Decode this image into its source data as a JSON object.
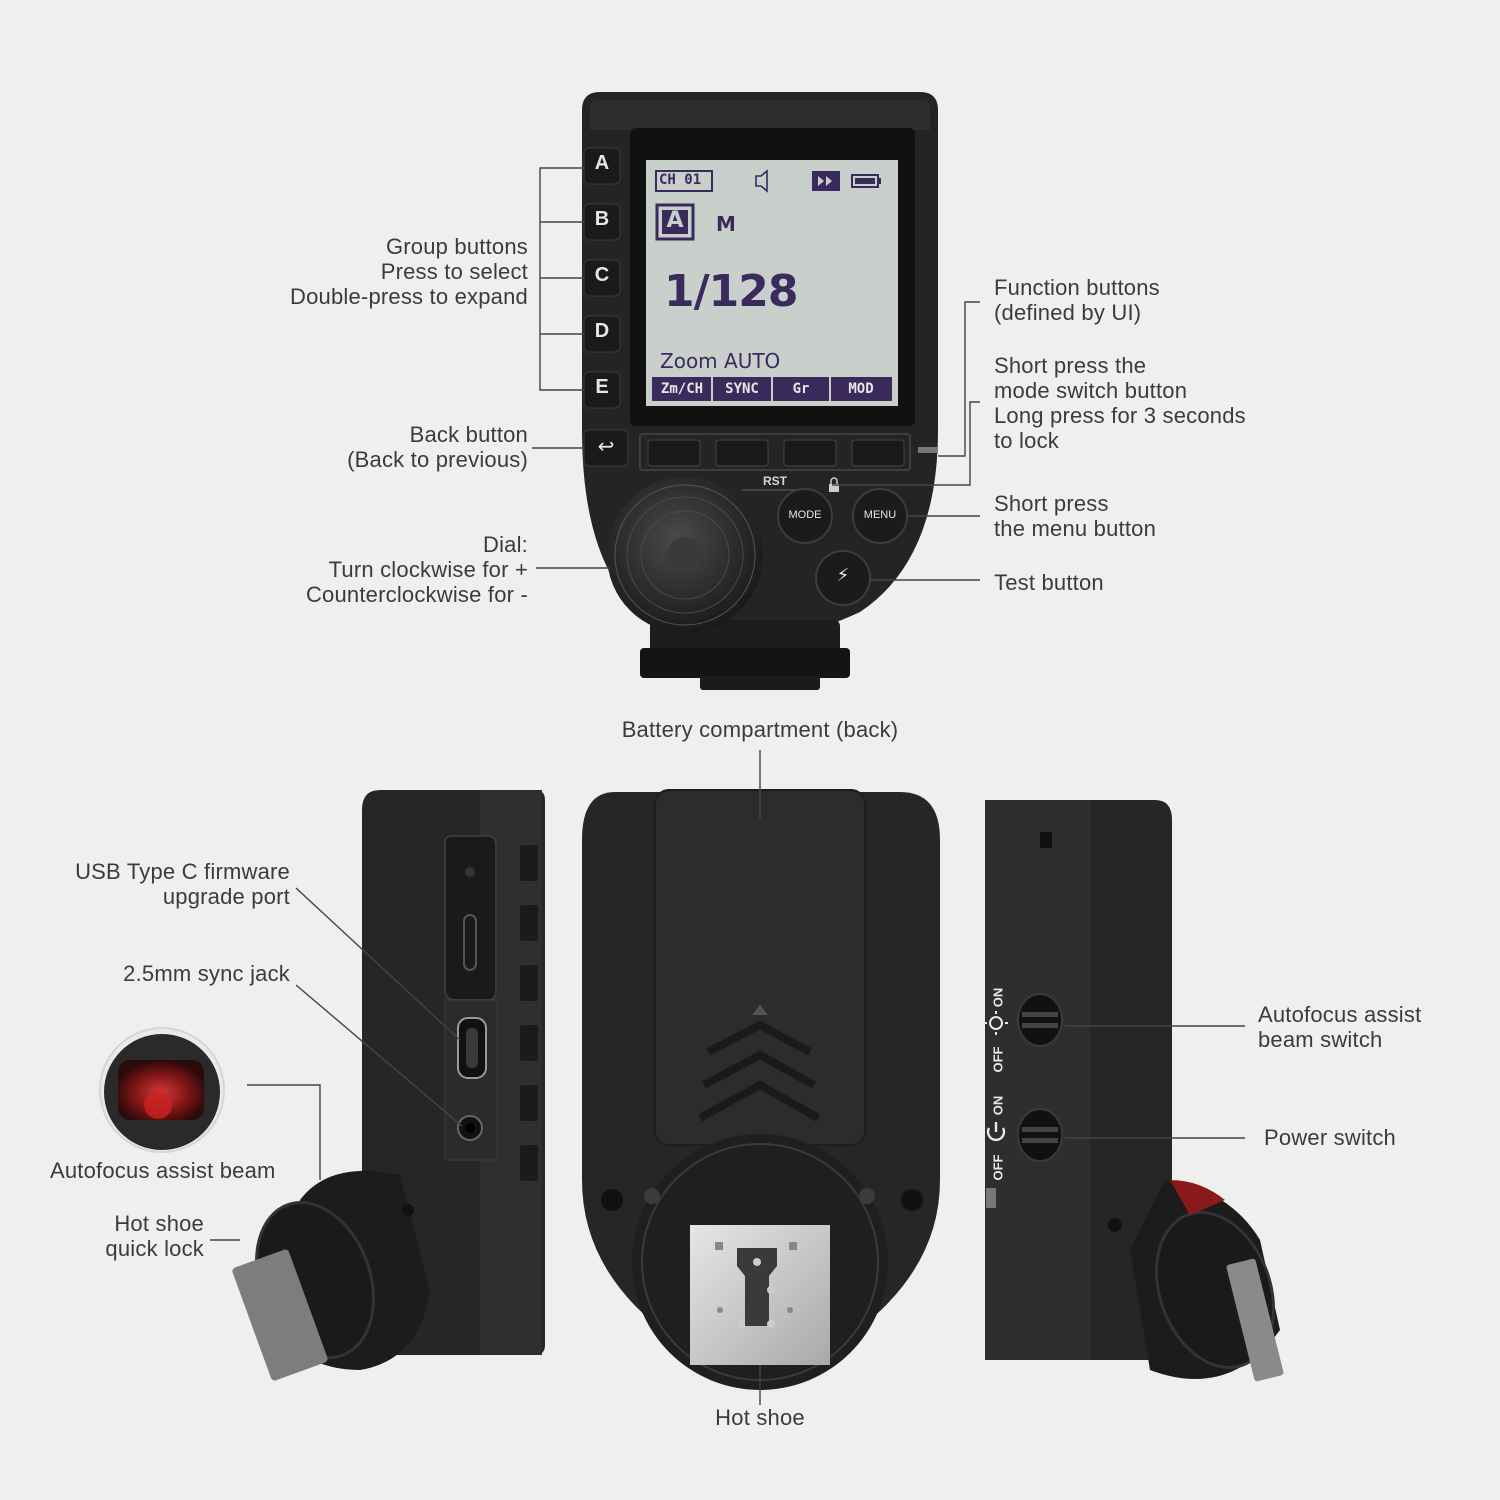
{
  "screen": {
    "channel": "CH 01",
    "group": "A",
    "mode": "M",
    "power": "1/128",
    "zoom": "Zoom AUTO",
    "softkeys": [
      "Zm/CH",
      "SYNC",
      "Gr",
      "MOD"
    ]
  },
  "keys": {
    "group_keys": [
      "A",
      "B",
      "C",
      "D",
      "E"
    ],
    "back_glyph": "↩",
    "rst": "RST",
    "mode": "MODE",
    "menu": "MENU",
    "test_glyph": "⚡"
  },
  "switch_marks": {
    "af_on": "ON",
    "af_off": "OFF",
    "power_on": "ON",
    "power_off": "OFF"
  },
  "callouts": {
    "group_buttons": [
      "Group buttons",
      "Press to select",
      "Double-press to expand"
    ],
    "back_button": [
      "Back button",
      "(Back to previous)"
    ],
    "dial": [
      "Dial:",
      "Turn clockwise for +",
      "Counterclockwise for -"
    ],
    "function_buttons": [
      "Function buttons",
      "(defined by UI)"
    ],
    "mode_button": [
      "Short press the",
      "mode switch button",
      "Long press for 3 seconds",
      "to lock"
    ],
    "menu_button": [
      "Short press",
      "the menu button"
    ],
    "test_button": [
      "Test button"
    ],
    "battery": [
      "Battery compartment (back)"
    ],
    "usb": [
      "USB Type C firmware",
      "upgrade port"
    ],
    "sync_jack": [
      "2.5mm sync jack"
    ],
    "af_beam": [
      "Autofocus assist beam"
    ],
    "hotshoe_lock": [
      "Hot shoe",
      "quick lock"
    ],
    "af_switch": [
      "Autofocus assist",
      "beam switch"
    ],
    "power_switch": [
      "Power switch"
    ],
    "hot_shoe": [
      "Hot shoe"
    ]
  },
  "colors": {
    "background": "#efefed",
    "body": "#232323",
    "lcd": "#c9cfca",
    "lcd_text": "#3a2b5c",
    "label": "#3b3b3b",
    "leader": "#444444",
    "af_window": "#8a1a1a"
  }
}
